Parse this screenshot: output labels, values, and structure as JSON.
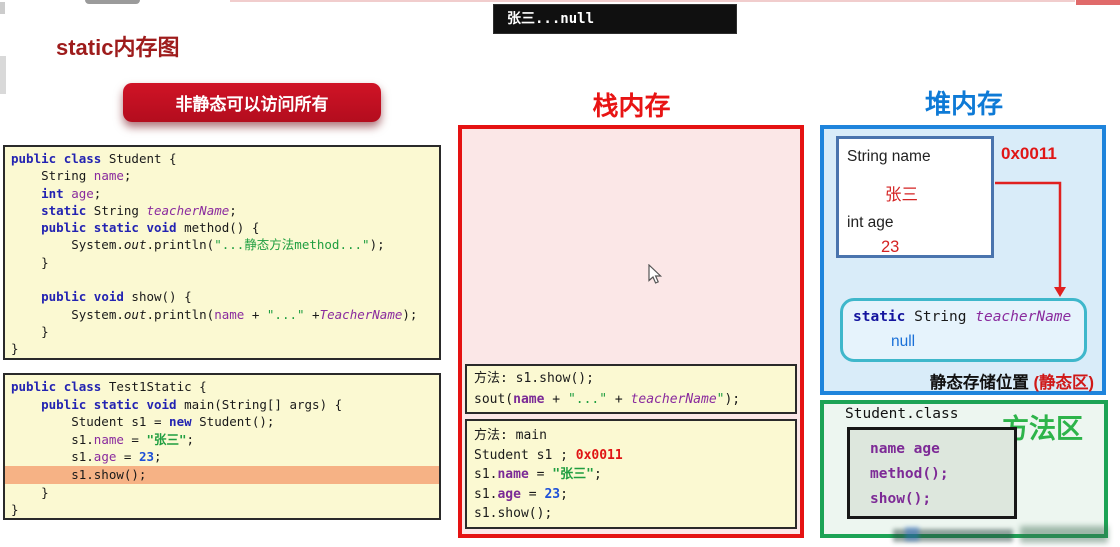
{
  "page_title": "static内存图",
  "note_button": "非静态可以访问所有",
  "console": {
    "text": "张三...null"
  },
  "colors": {
    "stack_red": "#e51212",
    "heap_blue": "#1e84dc",
    "method_green": "#1ca355",
    "code_bg": "#fbf9d2",
    "highlight_orange": "#f6b285",
    "title_dark_red": "#9e1c1c"
  },
  "code_student": {
    "lines": [
      {
        "seg": [
          {
            "t": "public",
            "c": "kw"
          },
          {
            "t": " ",
            "c": "pl"
          },
          {
            "t": "class",
            "c": "kw"
          },
          {
            "t": " Student {",
            "c": "pl"
          }
        ]
      },
      {
        "seg": [
          {
            "t": "    String ",
            "c": "pl"
          },
          {
            "t": "name",
            "c": "id"
          },
          {
            "t": ";",
            "c": "pl"
          }
        ]
      },
      {
        "seg": [
          {
            "t": "    ",
            "c": "pl"
          },
          {
            "t": "int",
            "c": "kw"
          },
          {
            "t": " ",
            "c": "pl"
          },
          {
            "t": "age",
            "c": "id"
          },
          {
            "t": ";",
            "c": "pl"
          }
        ]
      },
      {
        "seg": [
          {
            "t": "    ",
            "c": "pl"
          },
          {
            "t": "static",
            "c": "kw"
          },
          {
            "t": " String ",
            "c": "pl"
          },
          {
            "t": "teacherName",
            "c": "iid"
          },
          {
            "t": ";",
            "c": "pl"
          }
        ]
      },
      {
        "seg": [
          {
            "t": "    ",
            "c": "pl"
          },
          {
            "t": "public",
            "c": "kw"
          },
          {
            "t": " ",
            "c": "pl"
          },
          {
            "t": "static",
            "c": "kw"
          },
          {
            "t": " ",
            "c": "pl"
          },
          {
            "t": "void",
            "c": "kw"
          },
          {
            "t": " method() {",
            "c": "pl"
          }
        ]
      },
      {
        "seg": [
          {
            "t": "        System.",
            "c": "pl"
          },
          {
            "t": "out",
            "c": "it"
          },
          {
            "t": ".println(",
            "c": "pl"
          },
          {
            "t": "\"...静态方法method...\"",
            "c": "str"
          },
          {
            "t": ");",
            "c": "pl"
          }
        ]
      },
      {
        "seg": [
          {
            "t": "    }",
            "c": "pl"
          }
        ]
      },
      {
        "seg": []
      },
      {
        "seg": [
          {
            "t": "    ",
            "c": "pl"
          },
          {
            "t": "public",
            "c": "kw"
          },
          {
            "t": " ",
            "c": "pl"
          },
          {
            "t": "void",
            "c": "kw"
          },
          {
            "t": " show() {",
            "c": "pl"
          }
        ]
      },
      {
        "seg": [
          {
            "t": "        System.",
            "c": "pl"
          },
          {
            "t": "out",
            "c": "it"
          },
          {
            "t": ".println(",
            "c": "pl"
          },
          {
            "t": "name",
            "c": "id"
          },
          {
            "t": " + ",
            "c": "pl"
          },
          {
            "t": "\"...\"",
            "c": "str"
          },
          {
            "t": " +",
            "c": "pl"
          },
          {
            "t": "TeacherName",
            "c": "iid"
          },
          {
            "t": ");",
            "c": "pl"
          }
        ]
      },
      {
        "seg": [
          {
            "t": "    }",
            "c": "pl"
          }
        ]
      },
      {
        "seg": [
          {
            "t": "}",
            "c": "pl"
          }
        ]
      }
    ]
  },
  "code_test": {
    "lines": [
      {
        "seg": [
          {
            "t": "public",
            "c": "kw"
          },
          {
            "t": " ",
            "c": "pl"
          },
          {
            "t": "class",
            "c": "kw"
          },
          {
            "t": " Test1Static {",
            "c": "pl"
          }
        ]
      },
      {
        "seg": [
          {
            "t": "    ",
            "c": "pl"
          },
          {
            "t": "public",
            "c": "kw"
          },
          {
            "t": " ",
            "c": "pl"
          },
          {
            "t": "static",
            "c": "kw"
          },
          {
            "t": " ",
            "c": "pl"
          },
          {
            "t": "void",
            "c": "kw"
          },
          {
            "t": " main(String[] args) {",
            "c": "pl"
          }
        ]
      },
      {
        "seg": [
          {
            "t": "        Student s1 = ",
            "c": "pl"
          },
          {
            "t": "new",
            "c": "kw"
          },
          {
            "t": " Student();",
            "c": "pl"
          }
        ]
      },
      {
        "seg": [
          {
            "t": "        s1.",
            "c": "pl"
          },
          {
            "t": "name",
            "c": "id"
          },
          {
            "t": " = ",
            "c": "pl"
          },
          {
            "t": "\"张三\"",
            "c": "strb"
          },
          {
            "t": ";",
            "c": "pl"
          }
        ]
      },
      {
        "seg": [
          {
            "t": "        s1.",
            "c": "pl"
          },
          {
            "t": "age",
            "c": "id"
          },
          {
            "t": " = ",
            "c": "pl"
          },
          {
            "t": "23",
            "c": "num"
          },
          {
            "t": ";",
            "c": "pl"
          }
        ]
      },
      {
        "hl": true,
        "seg": [
          {
            "t": "        s1.show();",
            "c": "pl"
          }
        ]
      },
      {
        "seg": [
          {
            "t": "    }",
            "c": "pl"
          }
        ]
      },
      {
        "seg": [
          {
            "t": "}",
            "c": "pl"
          }
        ]
      }
    ]
  },
  "stack": {
    "title": "栈内存",
    "frame_show": {
      "lines": [
        {
          "seg": [
            {
              "t": "方法: s1.show();",
              "c": "pl"
            }
          ]
        },
        {
          "seg": [
            {
              "t": "sout(",
              "c": "pl"
            },
            {
              "t": "name",
              "c": "idb"
            },
            {
              "t": " + ",
              "c": "pl"
            },
            {
              "t": "\"...\"",
              "c": "str"
            },
            {
              "t": " + ",
              "c": "pl"
            },
            {
              "t": "teacherName",
              "c": "iid"
            },
            {
              "t": "\"",
              "c": "str"
            },
            {
              "t": ");",
              "c": "pl"
            }
          ]
        }
      ]
    },
    "frame_main": {
      "lines": [
        {
          "seg": [
            {
              "t": "方法: main",
              "c": "pl"
            }
          ]
        },
        {
          "seg": [
            {
              "t": "Student s1 ; ",
              "c": "pl"
            },
            {
              "t": "0x0011",
              "c": "redb"
            }
          ]
        },
        {
          "seg": [
            {
              "t": "s1.",
              "c": "pl"
            },
            {
              "t": "name",
              "c": "idb"
            },
            {
              "t": " = ",
              "c": "pl"
            },
            {
              "t": "\"张三\"",
              "c": "strb"
            },
            {
              "t": ";",
              "c": "pl"
            }
          ]
        },
        {
          "seg": [
            {
              "t": "s1.",
              "c": "pl"
            },
            {
              "t": "age",
              "c": "idb"
            },
            {
              "t": " = ",
              "c": "pl"
            },
            {
              "t": "23",
              "c": "num"
            },
            {
              "t": ";",
              "c": "pl"
            }
          ]
        },
        {
          "seg": [
            {
              "t": "s1.show();",
              "c": "pl"
            }
          ]
        }
      ]
    }
  },
  "heap": {
    "title": "堆内存",
    "address": "0x0011",
    "object": {
      "field1_label": "String name",
      "field1_value": "张三",
      "field2_label": "int age",
      "field2_value": "23"
    },
    "static_box": {
      "decl": {
        "lines": [
          {
            "seg": [
              {
                "t": "static",
                "c": "kwb"
              },
              {
                "t": " String ",
                "c": "pl"
              },
              {
                "t": "teacherName",
                "c": "iid"
              }
            ]
          }
        ]
      },
      "value": "null"
    },
    "caption_black": "静态存储位置",
    "caption_red": "(静态区)"
  },
  "method_area": {
    "class_name": "Student.class",
    "title": "方法区",
    "members": [
      "name age",
      "method();",
      "show();"
    ]
  }
}
